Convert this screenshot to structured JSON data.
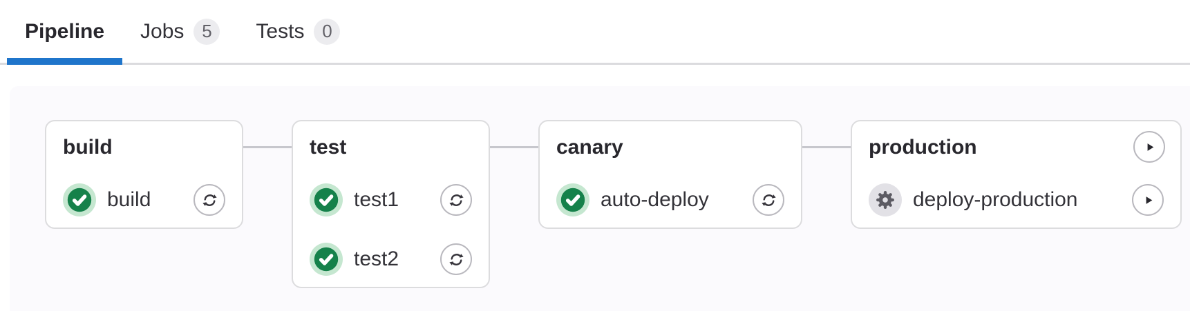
{
  "tab_bar": {
    "tabs": [
      {
        "label": "Pipeline",
        "active": true,
        "badge": null
      },
      {
        "label": "Jobs",
        "active": false,
        "badge": "5"
      },
      {
        "label": "Tests",
        "active": false,
        "badge": "0"
      }
    ]
  },
  "pipeline_graph": {
    "stages": [
      {
        "title": "build",
        "stage_action": null,
        "jobs": [
          {
            "name": "build",
            "status": "success",
            "status_icon": "status-success-icon",
            "action": "retry",
            "action_icon": "retry-icon"
          }
        ]
      },
      {
        "title": "test",
        "stage_action": null,
        "jobs": [
          {
            "name": "test1",
            "status": "success",
            "status_icon": "status-success-icon",
            "action": "retry",
            "action_icon": "retry-icon"
          },
          {
            "name": "test2",
            "status": "success",
            "status_icon": "status-success-icon",
            "action": "retry",
            "action_icon": "retry-icon"
          }
        ]
      },
      {
        "title": "canary",
        "stage_action": null,
        "jobs": [
          {
            "name": "auto-deploy",
            "status": "success",
            "status_icon": "status-success-icon",
            "action": "retry",
            "action_icon": "retry-icon"
          }
        ]
      },
      {
        "title": "production",
        "stage_action": "play",
        "stage_action_icon": "play-icon",
        "jobs": [
          {
            "name": "deploy-production",
            "status": "manual",
            "status_icon": "manual-gear-icon",
            "action": "play",
            "action_icon": "play-icon"
          }
        ]
      }
    ]
  },
  "colors": {
    "accent_blue": "#1f75cb",
    "success_green": "#15814a",
    "success_halo": "#c5e7d0",
    "manual_gray_bg": "#e2e1e6",
    "manual_gear": "#5c5b63",
    "card_border": "#dcdcde",
    "connector": "#c7c7cd",
    "graph_background": "#fbfafd",
    "badge_background": "#ececef",
    "badge_text": "#626168",
    "text_primary": "#28272d",
    "text_secondary": "#333238"
  }
}
